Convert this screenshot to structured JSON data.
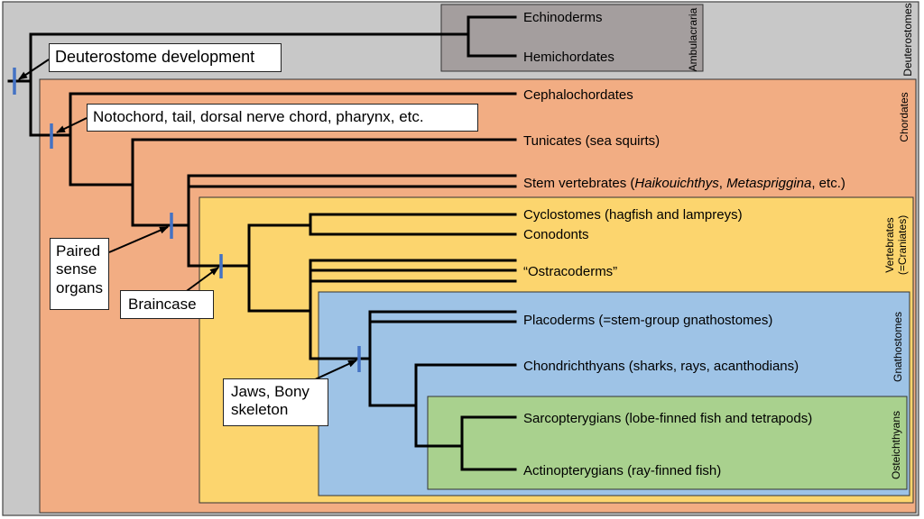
{
  "colors": {
    "deuterostomes": "#c8c8c8",
    "ambulacraria": "#a49e9e",
    "chordates": "#f2ad83",
    "vertebrates": "#fcd56e",
    "gnathostomes": "#9ec3e6",
    "osteichthyans": "#a9d18e",
    "synapomorphy_marker": "#4472c4"
  },
  "groups": {
    "deuterostomes": "Deuterostomes",
    "ambulacraria": "Ambulacraria",
    "chordates": "Chordates",
    "vertebrates_line1": "Vertebrates",
    "vertebrates_line2": "(=Craniates)",
    "gnathostomes": "Gnathostomes",
    "osteichthyans": "Osteichthyans"
  },
  "taxa": {
    "echinoderms": "Echinoderms",
    "hemichordates": "Hemichordates",
    "cephalochordates": "Cephalochordates",
    "tunicates": "Tunicates (sea squirts)",
    "stem_vertebrates_prefix": "Stem vertebrates (",
    "stem_vertebrates_genus1": "Haikouichthys",
    "stem_vertebrates_sep": ", ",
    "stem_vertebrates_genus2": "Metaspriggina",
    "stem_vertebrates_suffix": ", etc.)",
    "cyclostomes": "Cyclostomes (hagfish and lampreys)",
    "conodonts": "Conodonts",
    "ostracoderms": "“Ostracoderms”",
    "placoderms": "Placoderms (=stem-group gnathostomes)",
    "chondrichthyans": "Chondrichthyans (sharks, rays, acanthodians)",
    "sarcopterygians": "Sarcopterygians (lobe-finned fish and tetrapods)",
    "actinopterygians": "Actinopterygians (ray-finned fish)"
  },
  "callouts": {
    "deuterostome_development": "Deuterostome development",
    "notochord": "Notochord, tail, dorsal nerve chord, pharynx, etc.",
    "paired_sense_organs_line1": "Paired",
    "paired_sense_organs_line2": "sense",
    "paired_sense_organs_line3": "organs",
    "braincase": "Braincase",
    "jaws_line1": "Jaws, Bony",
    "jaws_line2": "skeleton"
  }
}
